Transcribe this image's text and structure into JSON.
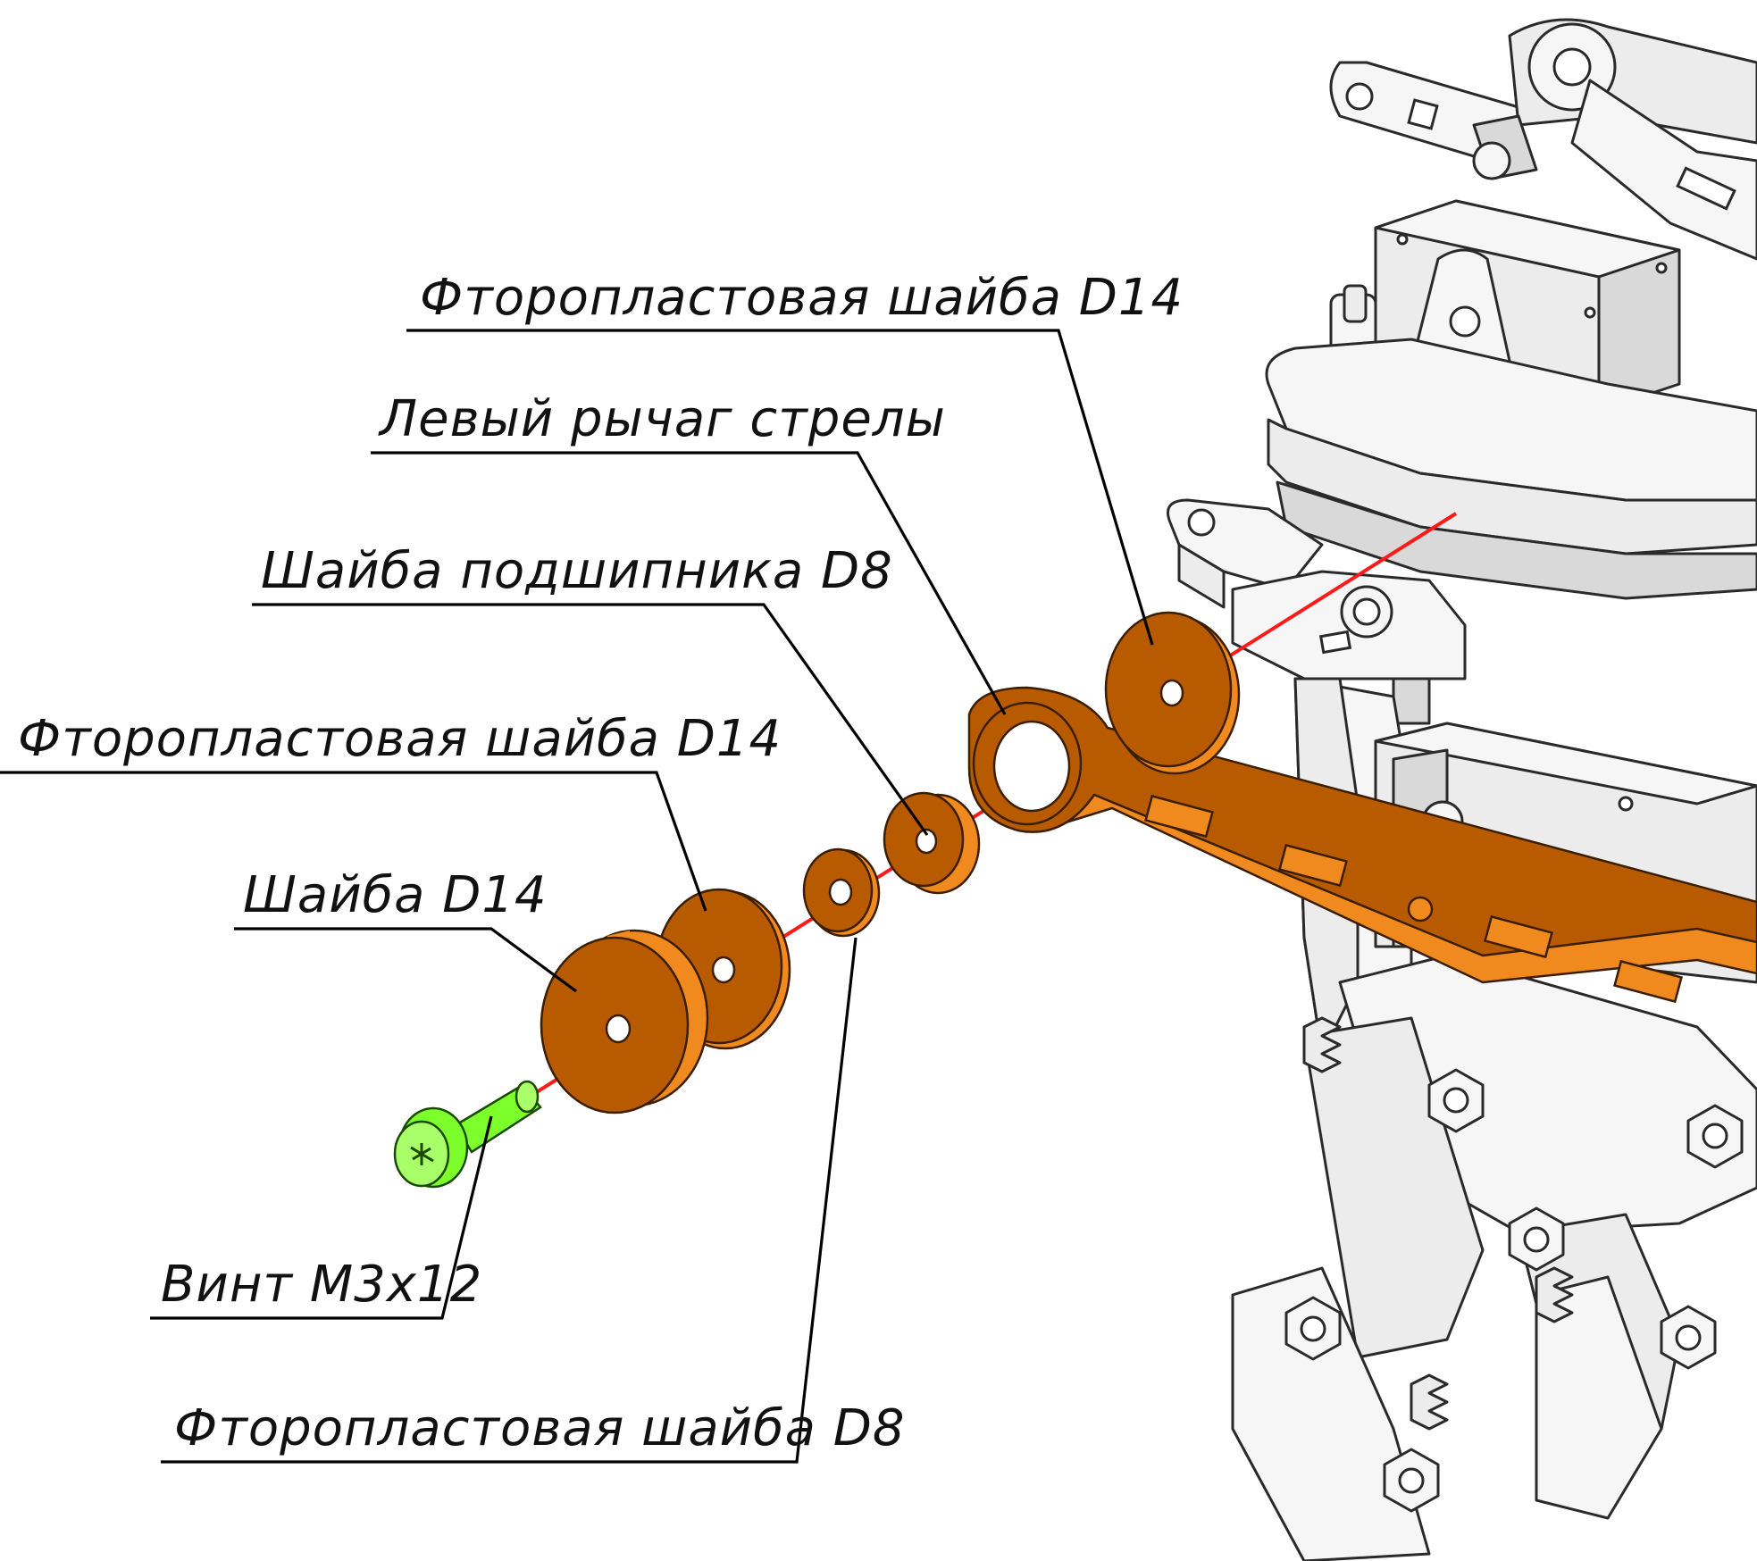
{
  "colors": {
    "part_face": "#b85a00",
    "part_edge": "#f08a1e",
    "screw": "#7cff2a",
    "axis_line": "#ff1a1a",
    "machine": "#ececec",
    "background": "#ffffff"
  },
  "callouts": [
    {
      "id": "ptfe-washer-d14-top",
      "label": "Фторопластовая шайба D14"
    },
    {
      "id": "left-boom-lever",
      "label": "Левый рычаг стрелы"
    },
    {
      "id": "bearing-washer-d8",
      "label": "Шайба подшипника D8"
    },
    {
      "id": "ptfe-washer-d14-mid",
      "label": "Фторопластовая шайба D14"
    },
    {
      "id": "washer-d14",
      "label": "Шайба D14"
    },
    {
      "id": "screw-m3x12",
      "label": "Винт М3х12"
    },
    {
      "id": "ptfe-washer-d8",
      "label": "Фторопластовая шайба D8"
    }
  ]
}
